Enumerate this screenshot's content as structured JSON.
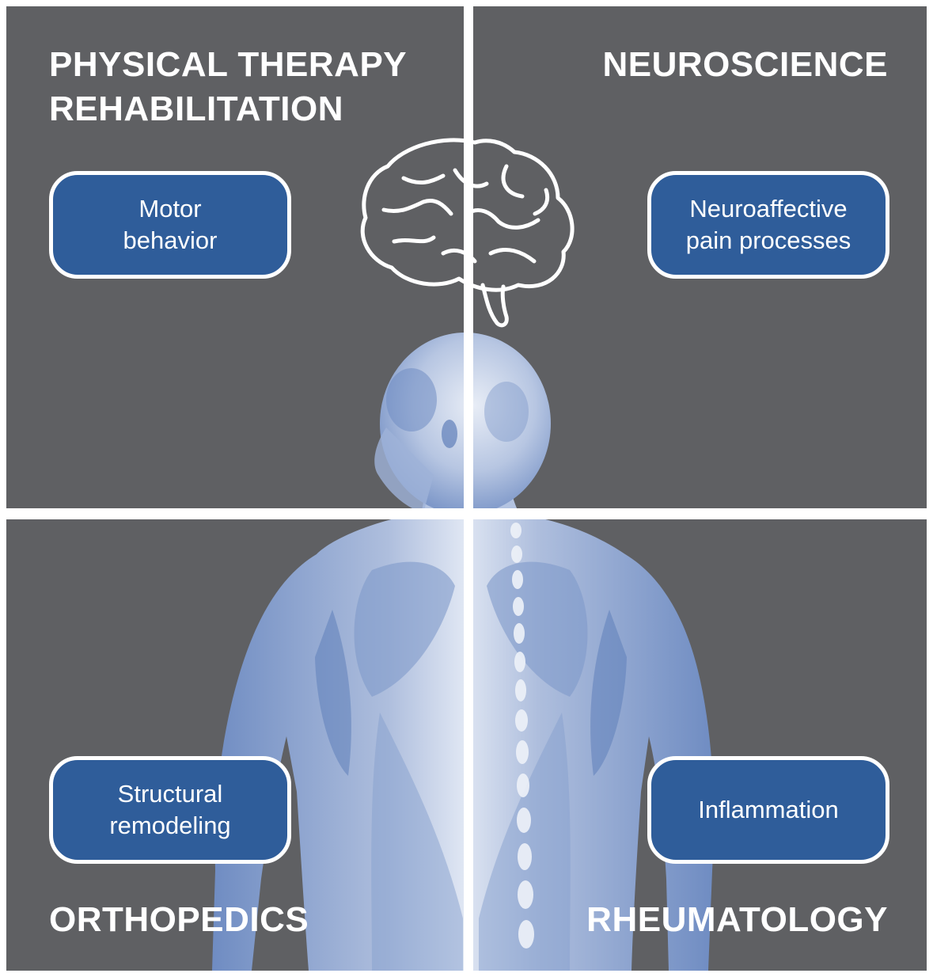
{
  "quadrants": {
    "top_left": {
      "heading_line1": "PHYSICAL THERAPY",
      "heading_line2": "REHABILITATION",
      "box_line1": "Motor",
      "box_line2": "behavior"
    },
    "top_right": {
      "heading": "NEUROSCIENCE",
      "box_line1": "Neuroaffective",
      "box_line2": "pain processes"
    },
    "bottom_left": {
      "heading": "ORTHOPEDICS",
      "box_line1": "Structural",
      "box_line2": "remodeling"
    },
    "bottom_right": {
      "heading": "RHEUMATOLOGY",
      "box_line1": "Inflammation"
    }
  },
  "colors": {
    "panel": "#5f6063",
    "box_fill": "#2f5d9a",
    "figure": "#8fa6cf",
    "divider": "#ffffff"
  },
  "icons": [
    "brain-outline-icon",
    "human-musculature-illustration"
  ]
}
